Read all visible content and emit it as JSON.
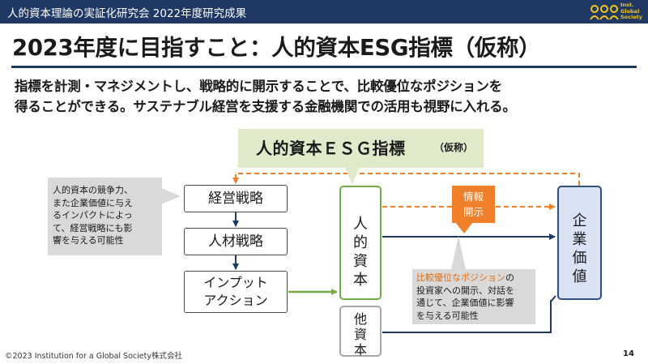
{
  "header": {
    "text": "人的資本理論の実証化研究会 2022年度研究成果",
    "logo_text": [
      "Inst.",
      "Global",
      "Society"
    ]
  },
  "title": "2023年度に目指すこと：人的資本ESG指標（仮称）",
  "lead": {
    "line1": "指標を計測・マネジメントし、戦略的に開示することで、比較優位なポジションを",
    "line2": "得ることができる。サステナブル経営を支援する金融機関での活用も視野に入れる。"
  },
  "esg_label": {
    "main": "人的資本ＥＳＧ指標",
    "sub": "（仮称）"
  },
  "left_callout": [
    "人的資本の競争力、",
    "また企業価値に与え",
    "るインパクトによっ",
    "て、経営戦略にも影",
    "響を与える可能性"
  ],
  "strategy_boxes": {
    "keiei": "経営戦略",
    "jinzai": "人材戦略",
    "input_line1": "インプット",
    "input_line2": "アクション"
  },
  "capital_boxes": {
    "jinteki": [
      "人",
      "的",
      "資",
      "本"
    ],
    "ta": [
      "他",
      "資",
      "本"
    ],
    "kigyo": [
      "企",
      "業",
      "価",
      "値"
    ]
  },
  "info_box": [
    "情報",
    "開示"
  ],
  "right_callout": {
    "highlight": "比較優位なポジション",
    "rest_line1": "の",
    "line2": "投資家への開示、対話を",
    "line3": "通じて、企業価値に影響",
    "line4": "を与える可能性"
  },
  "footer": "©2023  Institution for a Global Society株式会社",
  "page_number": "14",
  "colors": {
    "navy": "#1f3864",
    "green": "#70ad47",
    "orange": "#f07f2a",
    "light_green": "#dfeacb",
    "light_blue": "#dae3f3",
    "gray": "#d9d9d9",
    "logo_yellow": "#f5c518"
  }
}
